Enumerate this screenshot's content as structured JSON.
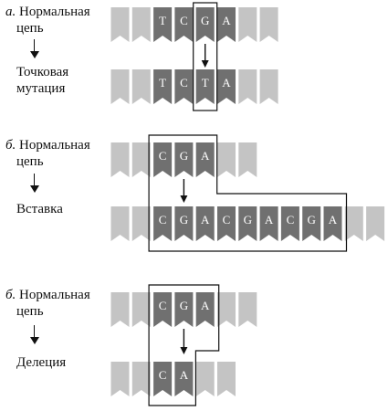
{
  "panels": [
    {
      "letter": "а.",
      "normal_label": "Нормальная",
      "normal_label2": "цепь",
      "result_label": "Точковая",
      "result_label2": "мутация",
      "top_row": [
        "",
        "",
        "T",
        "C",
        "G",
        "A",
        "",
        ""
      ],
      "bottom_row": [
        "",
        "",
        "T",
        "C",
        "T",
        "A",
        "",
        ""
      ]
    },
    {
      "letter": "б.",
      "normal_label": "Нормальная",
      "normal_label2": "цепь",
      "result_label": "Вставка",
      "result_label2": "",
      "top_row": [
        "",
        "",
        "C",
        "G",
        "A",
        "",
        ""
      ],
      "bottom_row": [
        "",
        "",
        "C",
        "G",
        "A",
        "C",
        "G",
        "A",
        "C",
        "G",
        "A",
        "",
        ""
      ]
    },
    {
      "letter": "б.",
      "normal_label": "Нормальная",
      "normal_label2": "цепь",
      "result_label": "Делеция",
      "result_label2": "",
      "top_row": [
        "",
        "",
        "C",
        "G",
        "A",
        "",
        ""
      ],
      "bottom_row": [
        "",
        "",
        "C",
        "A",
        "",
        ""
      ]
    }
  ],
  "colors": {
    "light_unit": "#c4c4c4",
    "dark_unit": "#707070",
    "box_stroke": "#111111"
  }
}
